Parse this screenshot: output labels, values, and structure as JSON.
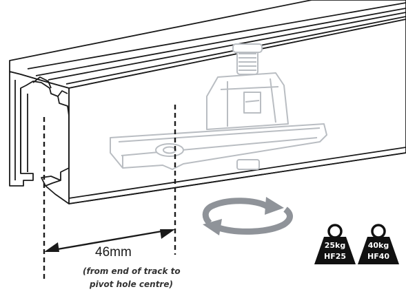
{
  "dimension": {
    "value": "46mm",
    "note_line1": "(from end of track to",
    "note_line2": "pivot hole centre)"
  },
  "weights": [
    {
      "load": "25kg",
      "code": "HF25"
    },
    {
      "load": "40kg",
      "code": "HF40"
    }
  ],
  "icons": {
    "rotation": "rotate-arrows-icon",
    "weight": "weight-icon"
  },
  "colors": {
    "line": "#1a1a1a",
    "rotation_arrows": "#8f9399",
    "weight_fill": "#111111",
    "bracket_ghost": "#c9ccd0"
  }
}
